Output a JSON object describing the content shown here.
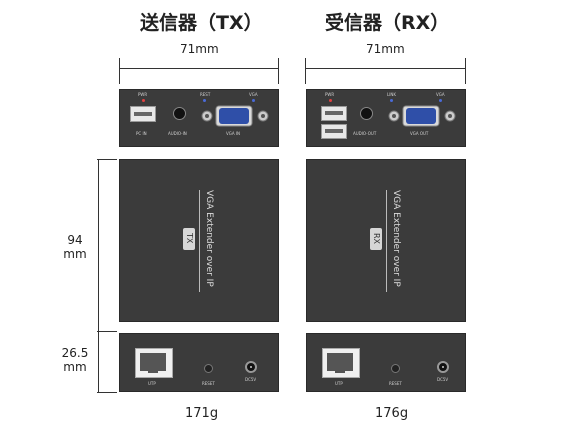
{
  "titles": {
    "tx": "送信器（TX）",
    "rx": "受信器（RX）"
  },
  "dims": {
    "width_tx": "71mm",
    "width_rx": "71mm",
    "depth": "94\nmm",
    "height": "26.5\nmm"
  },
  "front_panel": {
    "tx": {
      "led_pwr": "PWR",
      "led_rest": "REST",
      "led_vga": "VGA",
      "usb_label": "PC IN",
      "audio_label": "AUDIO-IN",
      "vga_label": "VGA IN"
    },
    "rx": {
      "led_pwr": "PWR",
      "led_link": "LINK",
      "led_vga": "VGA",
      "audio_label": "AUDIO-OUT",
      "vga_label": "VGA OUT"
    }
  },
  "top_panel": {
    "tx": {
      "product": "VGA Extender over IP",
      "badge": "TX"
    },
    "rx": {
      "product": "VGA Extender over IP",
      "badge": "RX"
    }
  },
  "back_panel": {
    "tx": {
      "utp": "UTP",
      "reset": "RESET",
      "dc": "DC5V"
    },
    "rx": {
      "utp": "UTP",
      "reset": "RESET",
      "dc": "DC5V"
    }
  },
  "weights": {
    "tx": "171g",
    "rx": "176g"
  },
  "colors": {
    "panel": "#3b3b3b",
    "vga": "#2f4fa8",
    "led_pwr": "#e04040",
    "led_blue": "#4a6bd8"
  }
}
